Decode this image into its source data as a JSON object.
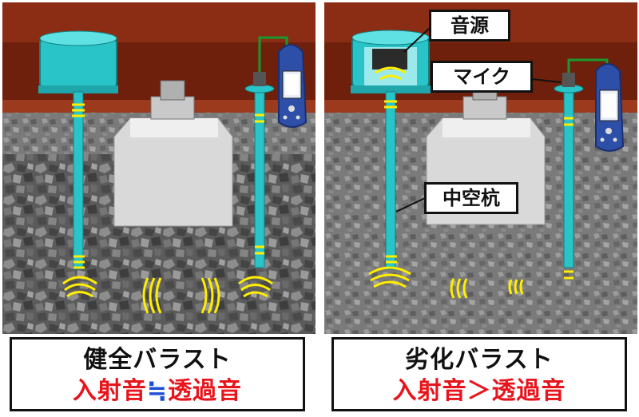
{
  "left_panel": {
    "title": "健全バラスト",
    "incident": "入射音",
    "relation": "≒",
    "transmitted": "透過音"
  },
  "right_panel": {
    "title": "劣化バラスト",
    "incident": "入射音",
    "relation": "＞",
    "transmitted": "透過音",
    "labels": {
      "source": "音源",
      "mic": "マイク",
      "hollow_pile": "中空杭"
    }
  },
  "colors": {
    "rail": "#8b2d14",
    "teal": "#28c4c8",
    "wave": "#ffee00",
    "meter": "#2e4fa8",
    "incident_text": "#e8141c",
    "relation_left": "#1f4fd8",
    "relation_right": "#e8141c"
  }
}
